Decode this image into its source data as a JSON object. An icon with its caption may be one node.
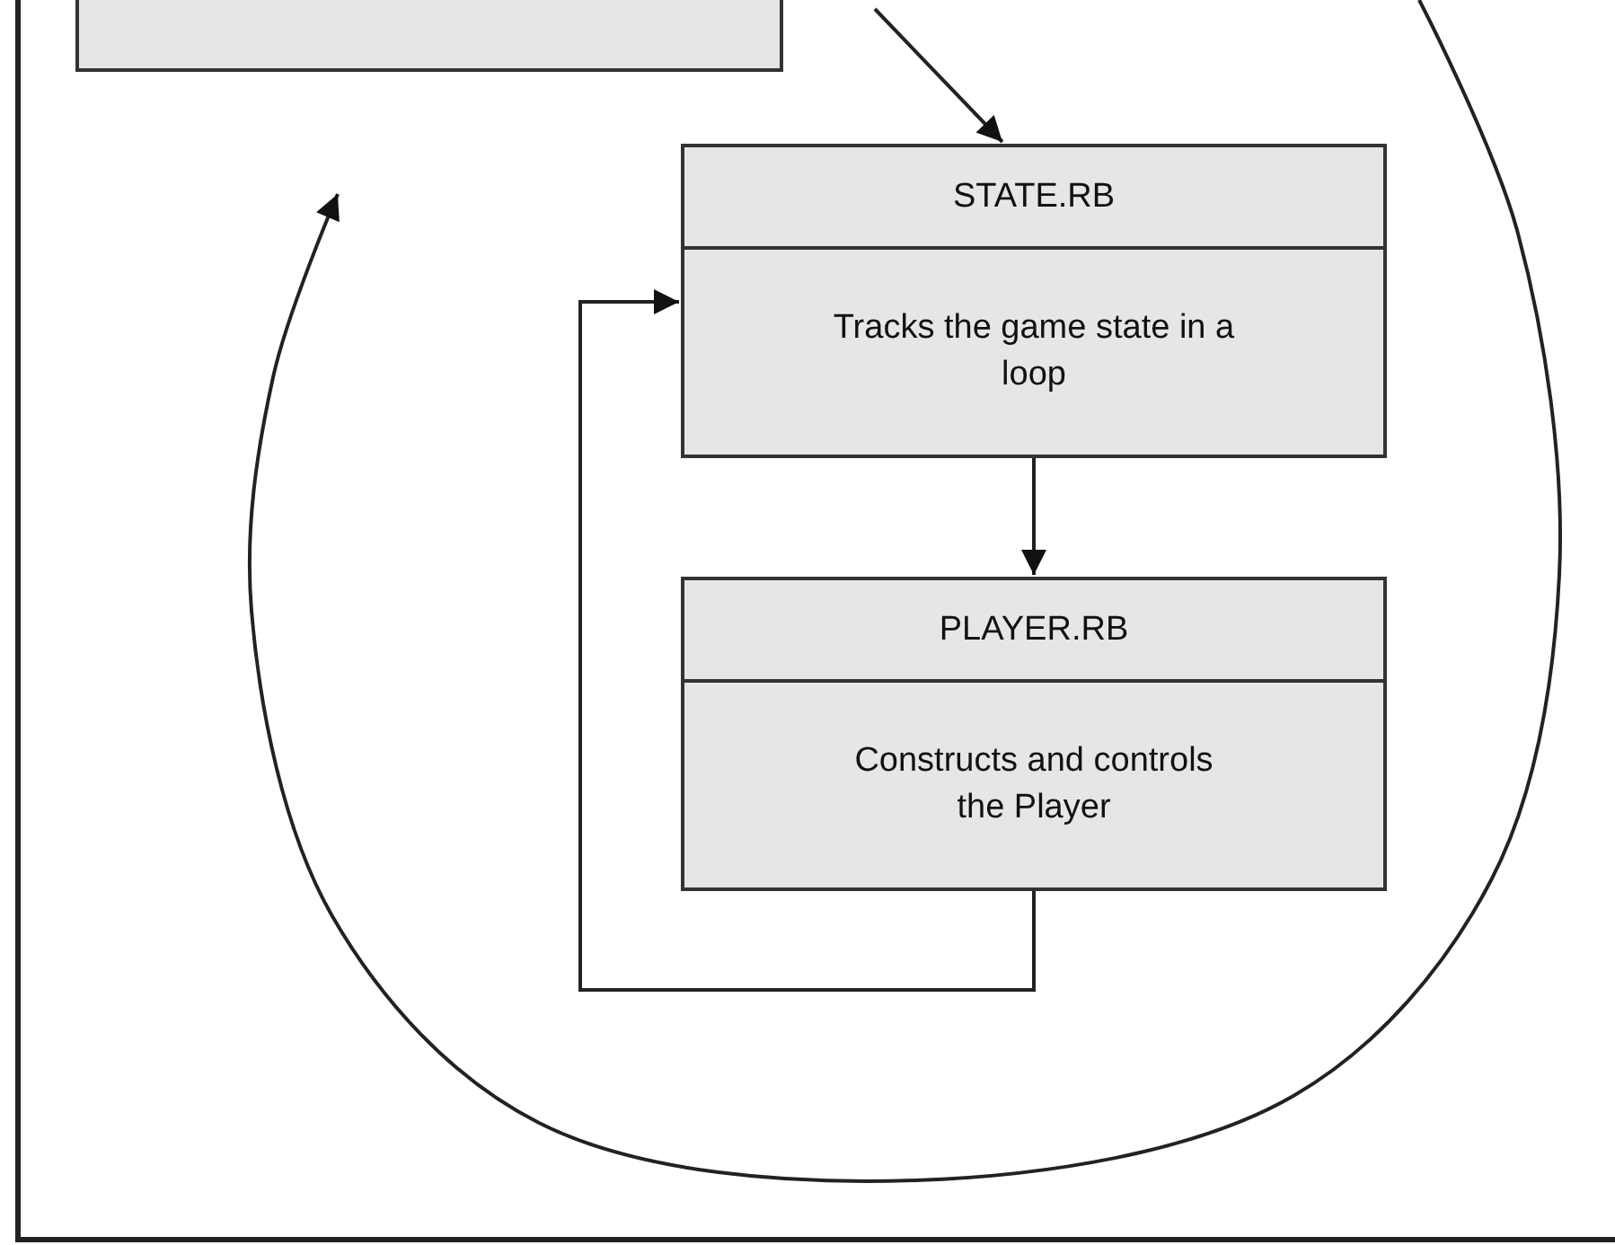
{
  "diagram": {
    "nodes": [
      {
        "text": [],
        "shape": "box"
      },
      {
        "text": [
          "STATE.RB",
          "Tracks the game state in a loop"
        ]
      },
      {
        "text": [
          "PLAYER.RB",
          "Constructs and controls the Player"
        ]
      }
    ],
    "edges": [
      {
        "from": null,
        "to": 1,
        "arrow": "to"
      },
      {
        "from": 1,
        "to": 2,
        "arrow": "to"
      },
      {
        "from": 2,
        "to": 1,
        "arrow": "to"
      }
    ]
  }
}
